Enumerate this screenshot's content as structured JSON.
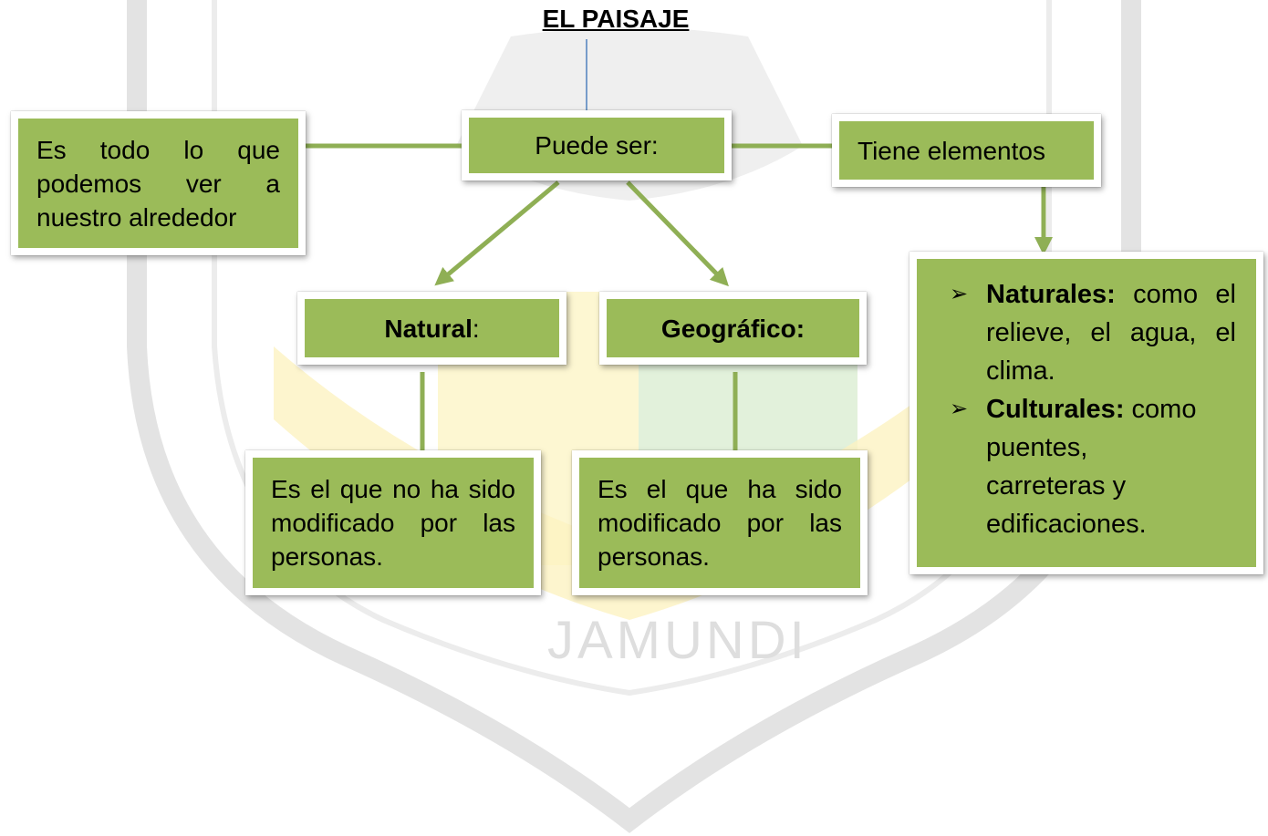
{
  "title": "EL PAISAJE",
  "watermark": {
    "bottom_text": "JAMUNDI"
  },
  "nodes": {
    "definition": "Es todo lo que podemos ver a nuestro alrededor",
    "puede_ser": "Puede ser:",
    "tiene_elementos": "Tiene elementos",
    "natural": {
      "label": "Natural",
      "suffix": ":"
    },
    "geografico": "Geográfico:",
    "natural_desc": "Es el que no ha sido modificado por las personas.",
    "geografico_desc": "Es el que ha sido modificado por las personas.",
    "elementos": [
      {
        "term": "Naturales:",
        "text": " como el relieve, el agua, el clima."
      },
      {
        "term": "Culturales:",
        "text": " como puentes, carreteras y edificaciones."
      }
    ]
  },
  "colors": {
    "box_fill": "#9bbb59",
    "connector": "#8faf55",
    "title_line": "#4f81bd",
    "watermark_yellow": "#fdf5c9",
    "watermark_green": "#dcefd5",
    "watermark_gray": "#e6e6e6"
  }
}
